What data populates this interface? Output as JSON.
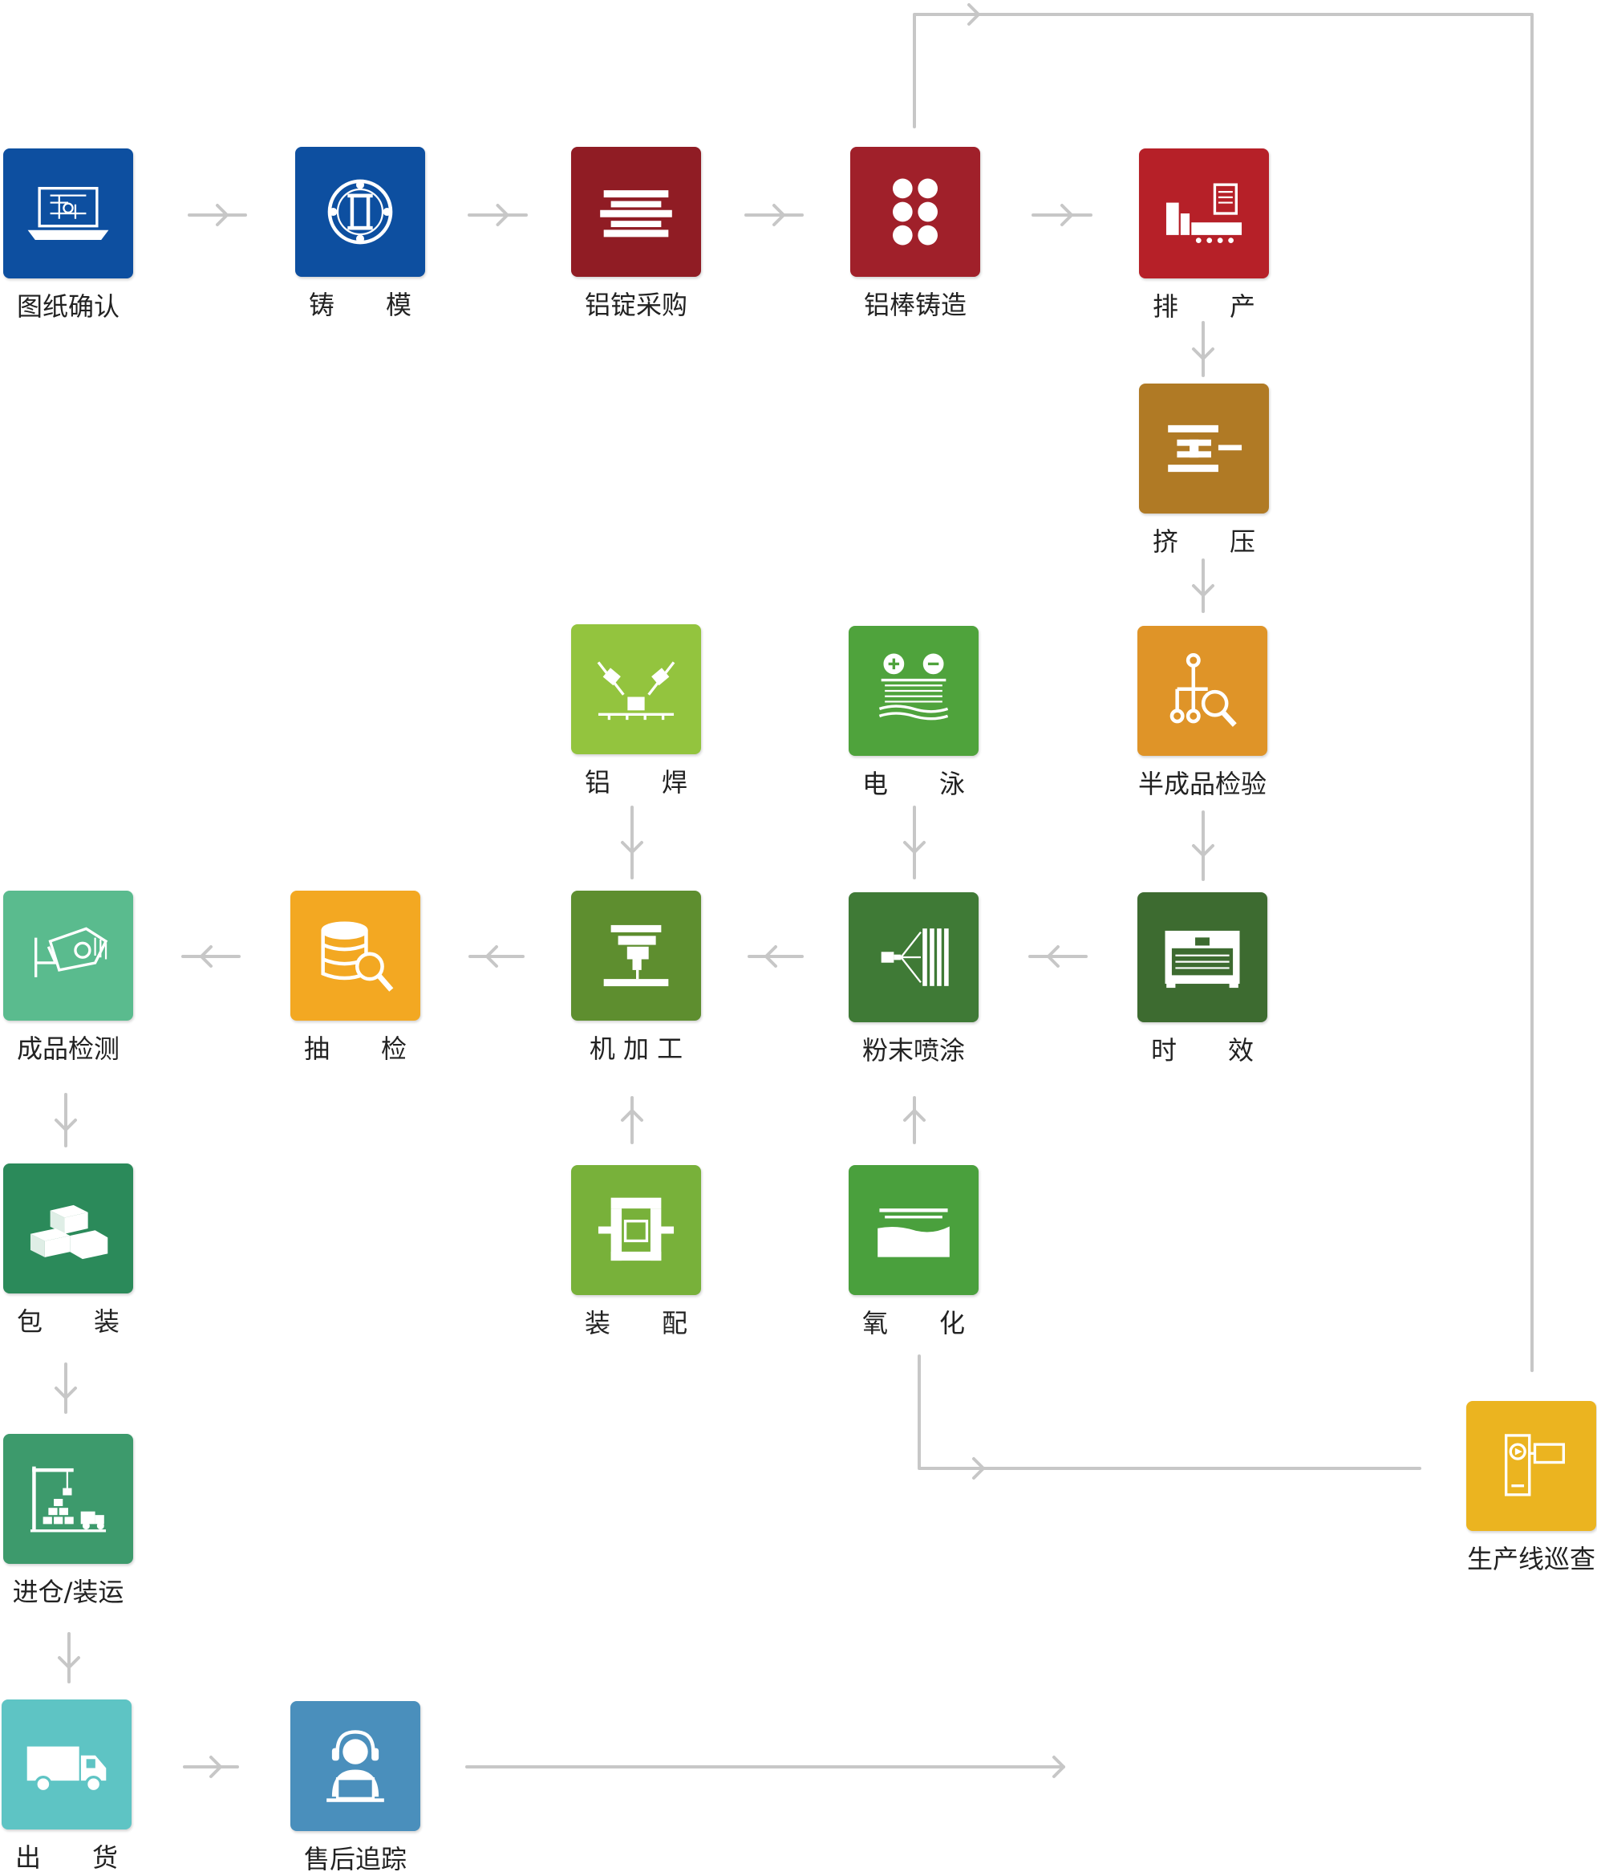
{
  "nodes": [
    {
      "id": "drawing-confirm",
      "label": "图纸确认",
      "color": "#0d4fa0",
      "icon": "laptop-blueprint-icon"
    },
    {
      "id": "mold-casting",
      "label": "铸　　模",
      "color": "#0d4fa0",
      "icon": "mold-ring-icon"
    },
    {
      "id": "ingot-purchase",
      "label": "铝锭采购",
      "color": "#901c24",
      "icon": "ingot-stack-icon"
    },
    {
      "id": "billet-casting",
      "label": "铝棒铸造",
      "color": "#a0202a",
      "icon": "billet-dots-icon"
    },
    {
      "id": "scheduling",
      "label": "排　　产",
      "color": "#b62028",
      "icon": "production-line-icon"
    },
    {
      "id": "extrusion",
      "label": "挤　　压",
      "color": "#b07a25",
      "icon": "extrusion-press-icon"
    },
    {
      "id": "semi-inspection",
      "label": "半成品检验",
      "color": "#df9428",
      "icon": "inspection-tree-icon"
    },
    {
      "id": "aging",
      "label": "时　　效",
      "color": "#3d6b30",
      "icon": "aging-oven-icon"
    },
    {
      "id": "powder-coating",
      "label": "粉末喷涂",
      "color": "#3f7a36",
      "icon": "spray-gun-icon"
    },
    {
      "id": "electrophoresis",
      "label": "电　　泳",
      "color": "#4fa33c",
      "icon": "electrophoresis-tank-icon"
    },
    {
      "id": "welding",
      "label": "铝　　焊",
      "color": "#93c43e",
      "icon": "welding-robot-icon"
    },
    {
      "id": "machining",
      "label": "机 加 工",
      "color": "#5e8e2f",
      "icon": "cnc-machine-icon"
    },
    {
      "id": "sampling-inspection",
      "label": "抽　　检",
      "color": "#f3a822",
      "icon": "database-search-icon"
    },
    {
      "id": "final-inspection",
      "label": "成品检测",
      "color": "#5abb8e",
      "icon": "inspection-scanner-icon"
    },
    {
      "id": "assembly",
      "label": "装　　配",
      "color": "#78b13a",
      "icon": "assembly-part-icon"
    },
    {
      "id": "anodizing",
      "label": "氧　　化",
      "color": "#4aa03d",
      "icon": "anodizing-tank-icon"
    },
    {
      "id": "packaging",
      "label": "包　　装",
      "color": "#2b8a5a",
      "icon": "boxes-icon"
    },
    {
      "id": "warehousing",
      "label": "进仓/装运",
      "color": "#3d9a6c",
      "icon": "crane-warehouse-icon"
    },
    {
      "id": "shipping",
      "label": "出　　货",
      "color": "#5ec4c4",
      "icon": "truck-icon"
    },
    {
      "id": "after-sales",
      "label": "售后追踪",
      "color": "#4a8fbc",
      "icon": "support-agent-icon"
    },
    {
      "id": "line-patrol",
      "label": "生产线巡查",
      "color": "#ebb420",
      "icon": "camera-patrol-icon"
    }
  ],
  "colors": {
    "connector": "#c7c7c7",
    "icon": "#ffffff"
  }
}
